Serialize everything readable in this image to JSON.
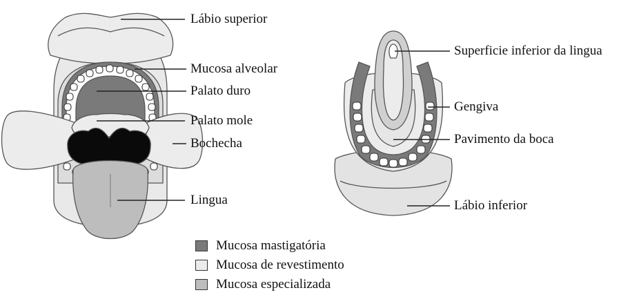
{
  "labels": {
    "labio_superior": "Lábio superior",
    "mucosa_alveolar": "Mucosa alveolar",
    "palato_duro": "Palato duro",
    "palato_mole": "Palato mole",
    "bochecha": "Bochecha",
    "lingua": "Lingua",
    "superficie_inferior_lingua": "Superficie inferior da lingua",
    "gengiva": "Gengiva",
    "pavimento_boca": "Pavimento da boca",
    "labio_inferior": "Lábio inferior"
  },
  "legend": [
    {
      "label": "Mucosa mastigatória",
      "color": "#7a7a7a"
    },
    {
      "label": "Mucosa de revestimento",
      "color": "#ececec"
    },
    {
      "label": "Mucosa especializada",
      "color": "#bdbdbd"
    }
  ]
}
